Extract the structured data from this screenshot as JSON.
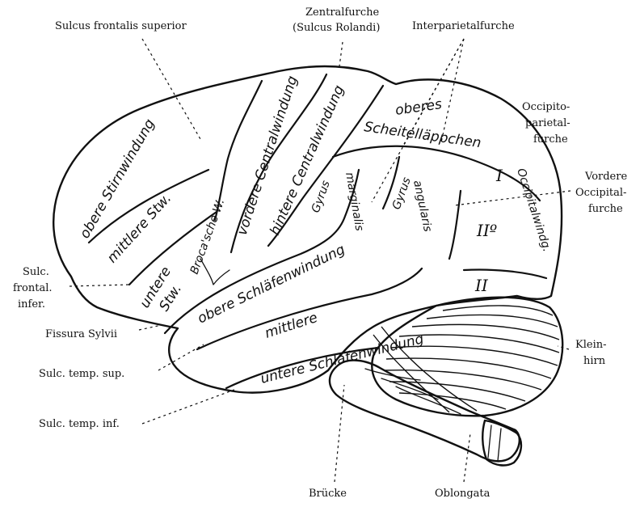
{
  "labels": {
    "sulcus_frontalis_superior": "Sulcus frontalis superior",
    "zentralfurche_1": "Zentralfurche",
    "zentralfurche_2": "(Sulcus Rolandi)",
    "interparietalfurche": "Interparietalfurche",
    "occipitoparietal_1": "Occipito-",
    "occipitoparietal_2": "parietal-",
    "occipitoparietal_3": "furche",
    "vordere_occipital_1": "Vordere",
    "vordere_occipital_2": "Occipital-",
    "vordere_occipital_3": "furche",
    "sulc_frontal_1": "Sulc.",
    "sulc_frontal_2": "frontal.",
    "sulc_frontal_3": "infer.",
    "fissura_sylvii": "Fissura Sylvii",
    "sulc_temp_sup": "Sulc. temp. sup.",
    "sulc_temp_inf": "Sulc. temp. inf.",
    "kleinhirn_1": "Klein-",
    "kleinhirn_2": "hirn",
    "bruecke": "Brücke",
    "oblongata": "Oblongata"
  },
  "regions": {
    "obere_stirnwindung": "obere Stirnwindung",
    "mittlere_stw": "mittlere Stw.",
    "untere": "untere",
    "stw": "Stw.",
    "broca": "Broca'sche W.",
    "vordere_centralwindung": "vordere Centralwindung",
    "hintere_centralwindung": "hintere Centralwindung",
    "oberes": "oberes",
    "scheitellaeppchen": "Scheitelläppchen",
    "gyrus_1": "Gyrus",
    "marginalis": "marginalis",
    "gyrus_2": "Gyrus",
    "angularis": "angularis",
    "occipitalwindg": "Occipitalwindg.",
    "roman_I": "I",
    "roman_II_o": "IIº",
    "roman_II": "II",
    "obere_schlaefenwindung": "obere Schläfenwindung",
    "mittlere": "mittlere",
    "untere_schlaefenwindung": "untere Schläfenwindung"
  }
}
